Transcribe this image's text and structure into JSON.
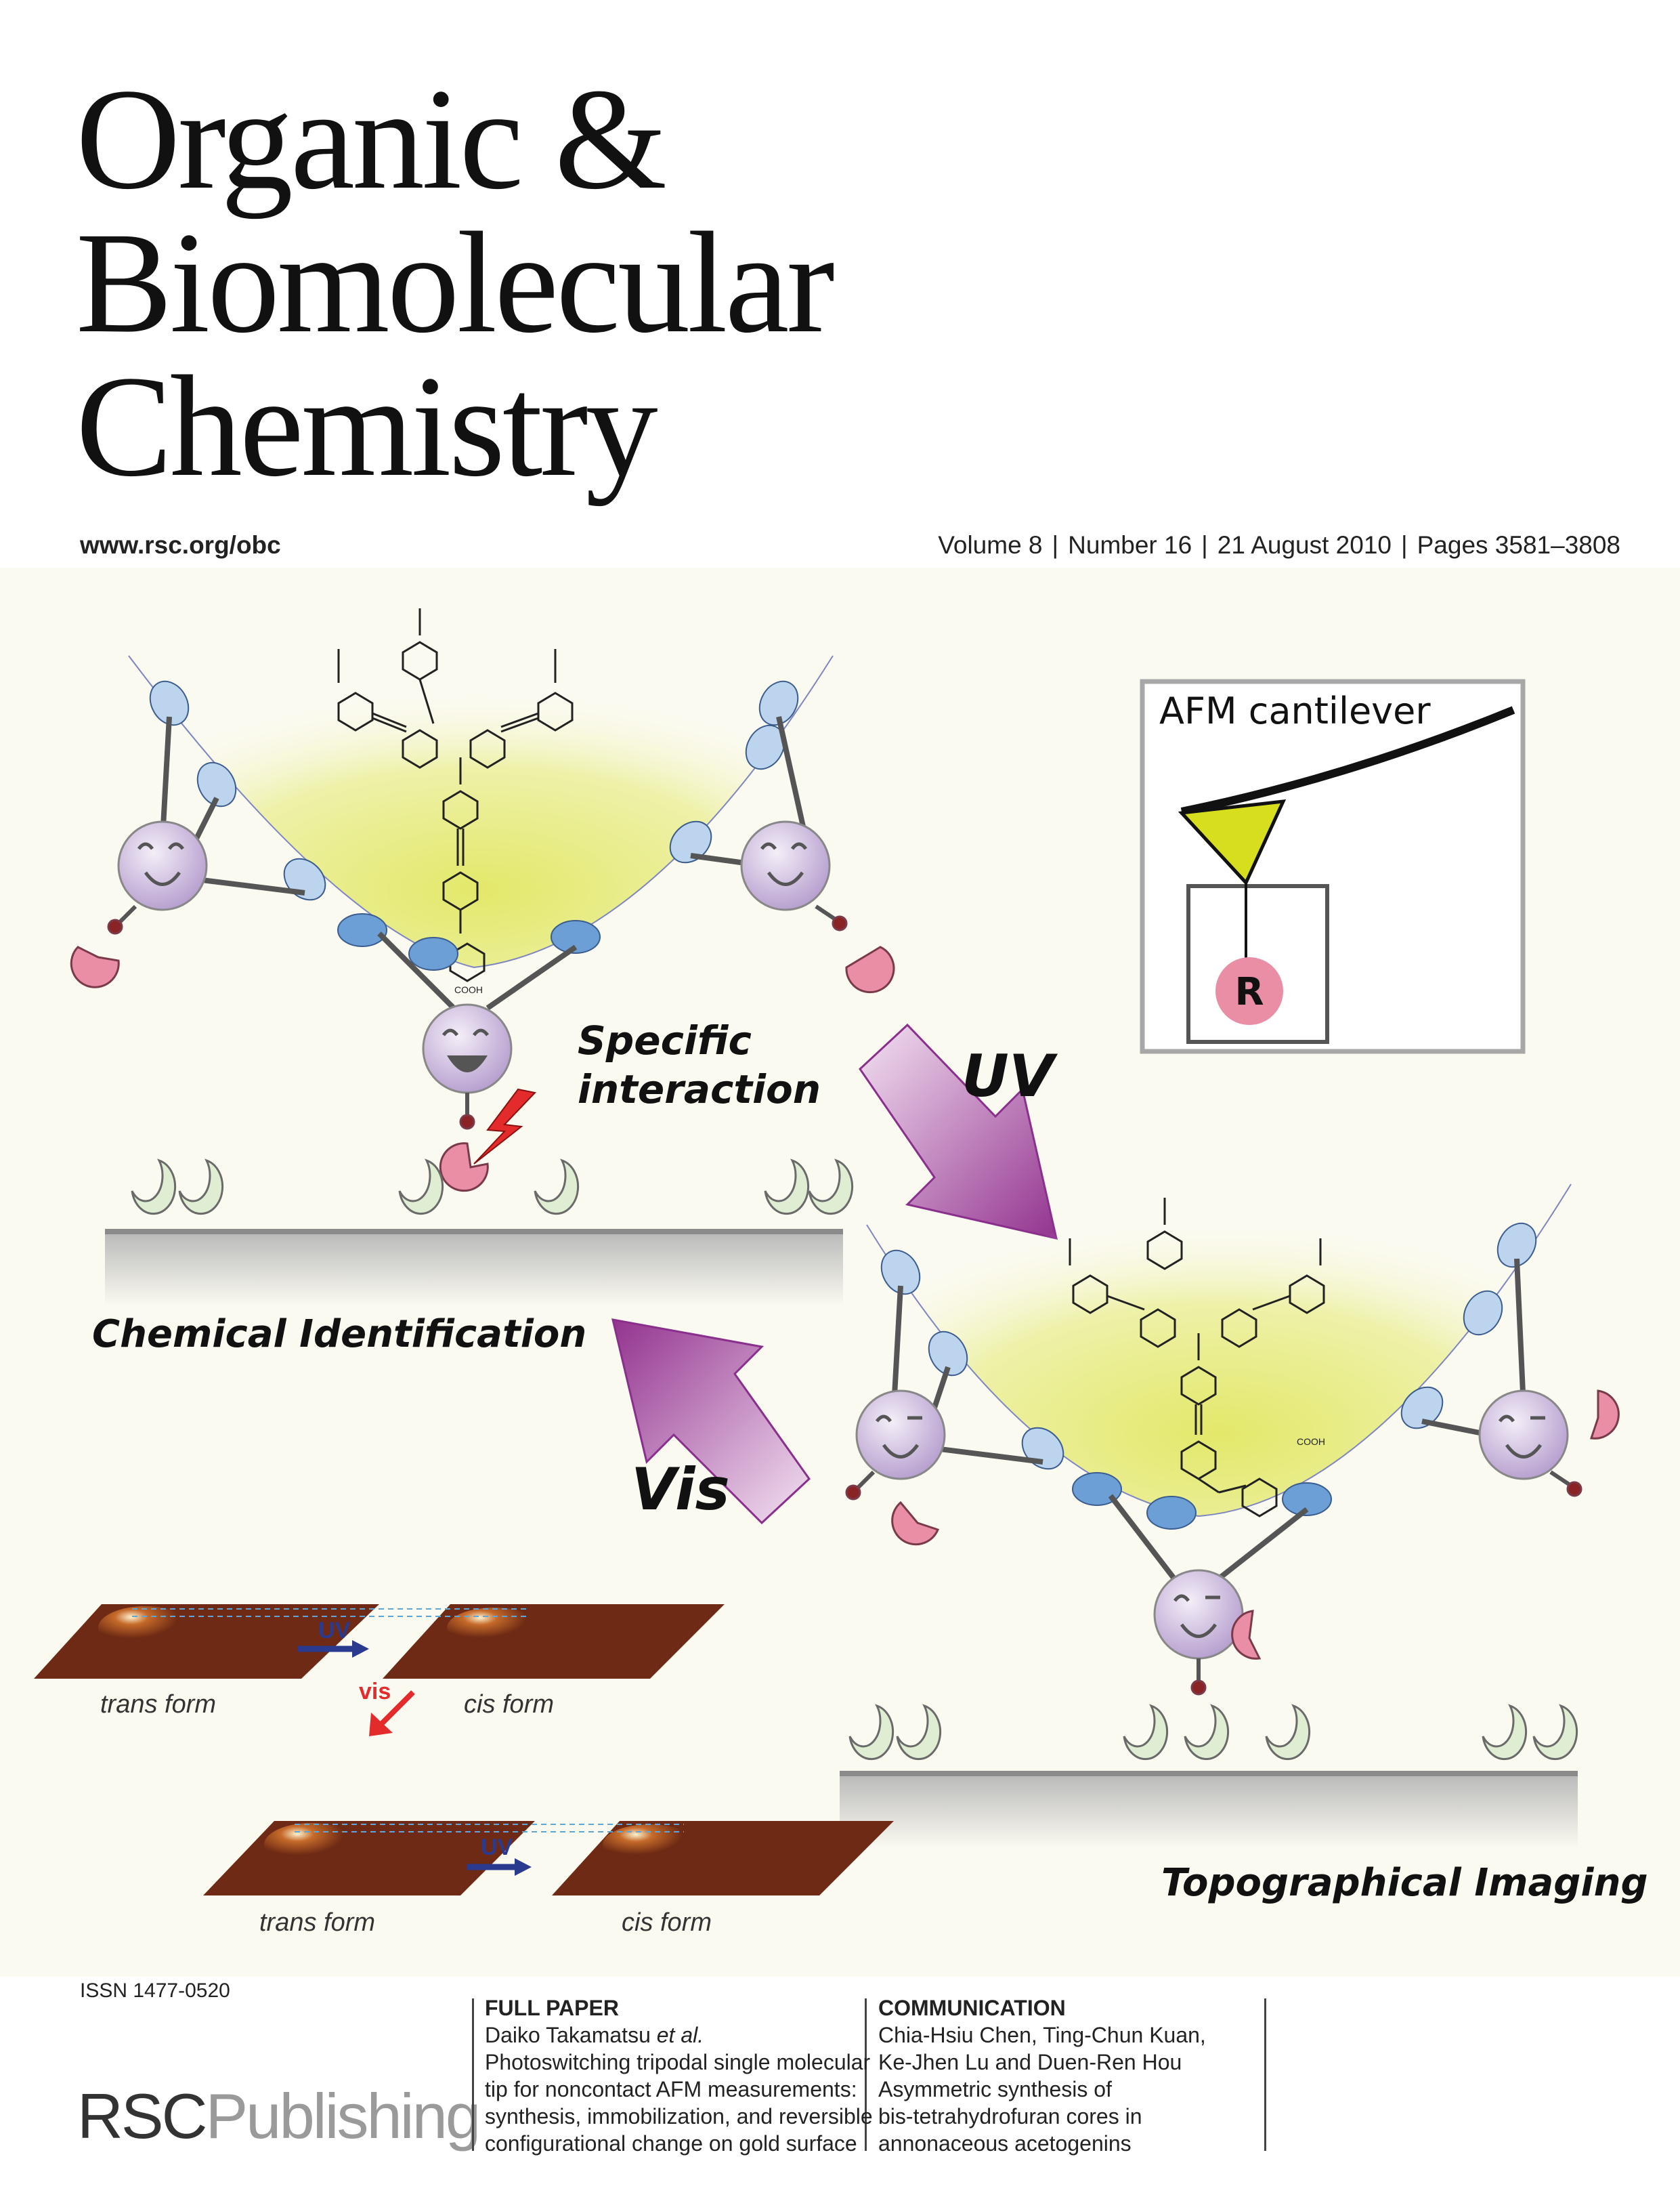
{
  "journal": {
    "title_lines": [
      "Organic &",
      "Biomolecular",
      "Chemistry"
    ],
    "url": "www.rsc.org/obc",
    "issue": {
      "volume": "Volume 8",
      "number": "Number 16",
      "date": "21 August 2010",
      "pages": "Pages 3581–3808",
      "separator": "|"
    }
  },
  "figure": {
    "afm_cantilever": "AFM cantilever",
    "r_label": "R",
    "specific_line1": "Specific",
    "specific_line2": "interaction",
    "uv": "UV",
    "vis": "Vis",
    "chemical_identification": "Chemical Identification",
    "topographical_imaging": "Topographical Imaging",
    "trans_form": "trans form",
    "cis_form": "cis form",
    "uv_small": "UV",
    "vis_small": "vis",
    "cooh": "COOH"
  },
  "footer": {
    "issn": "ISSN 1477-0520",
    "publisher_rsc": "RSC",
    "publisher_pub": "Publishing",
    "full_paper": {
      "type": "FULL PAPER",
      "authors": "Daiko Takamatsu",
      "et_al": "et al.",
      "lines": [
        "Photoswitching tripodal single molecular",
        "tip for noncontact AFM measurements:",
        "synthesis, immobilization, and reversible",
        "configurational change on gold surface"
      ]
    },
    "communication": {
      "type": "COMMUNICATION",
      "lines": [
        "Chia-Hsiu Chen, Ting-Chun Kuan,",
        "Ke-Jhen Lu and Duen-Ren Hou",
        "Asymmetric synthesis of",
        "bis-tetrahydrofuran cores in",
        "annonaceous acetogenins"
      ]
    }
  },
  "colors": {
    "tip_yellow": "#e6ea7a",
    "ellipse_blue": "#6c9fd6",
    "ellipse_light": "#bcd4ee",
    "face_purple": "#c8b2de",
    "pink": "#ea8ea6",
    "receptor_green": "#dfeed2",
    "arrow_purple": "#a04aa8",
    "cantilever_yellow": "#d6de1e",
    "afm_brown": "#6e2a14"
  }
}
